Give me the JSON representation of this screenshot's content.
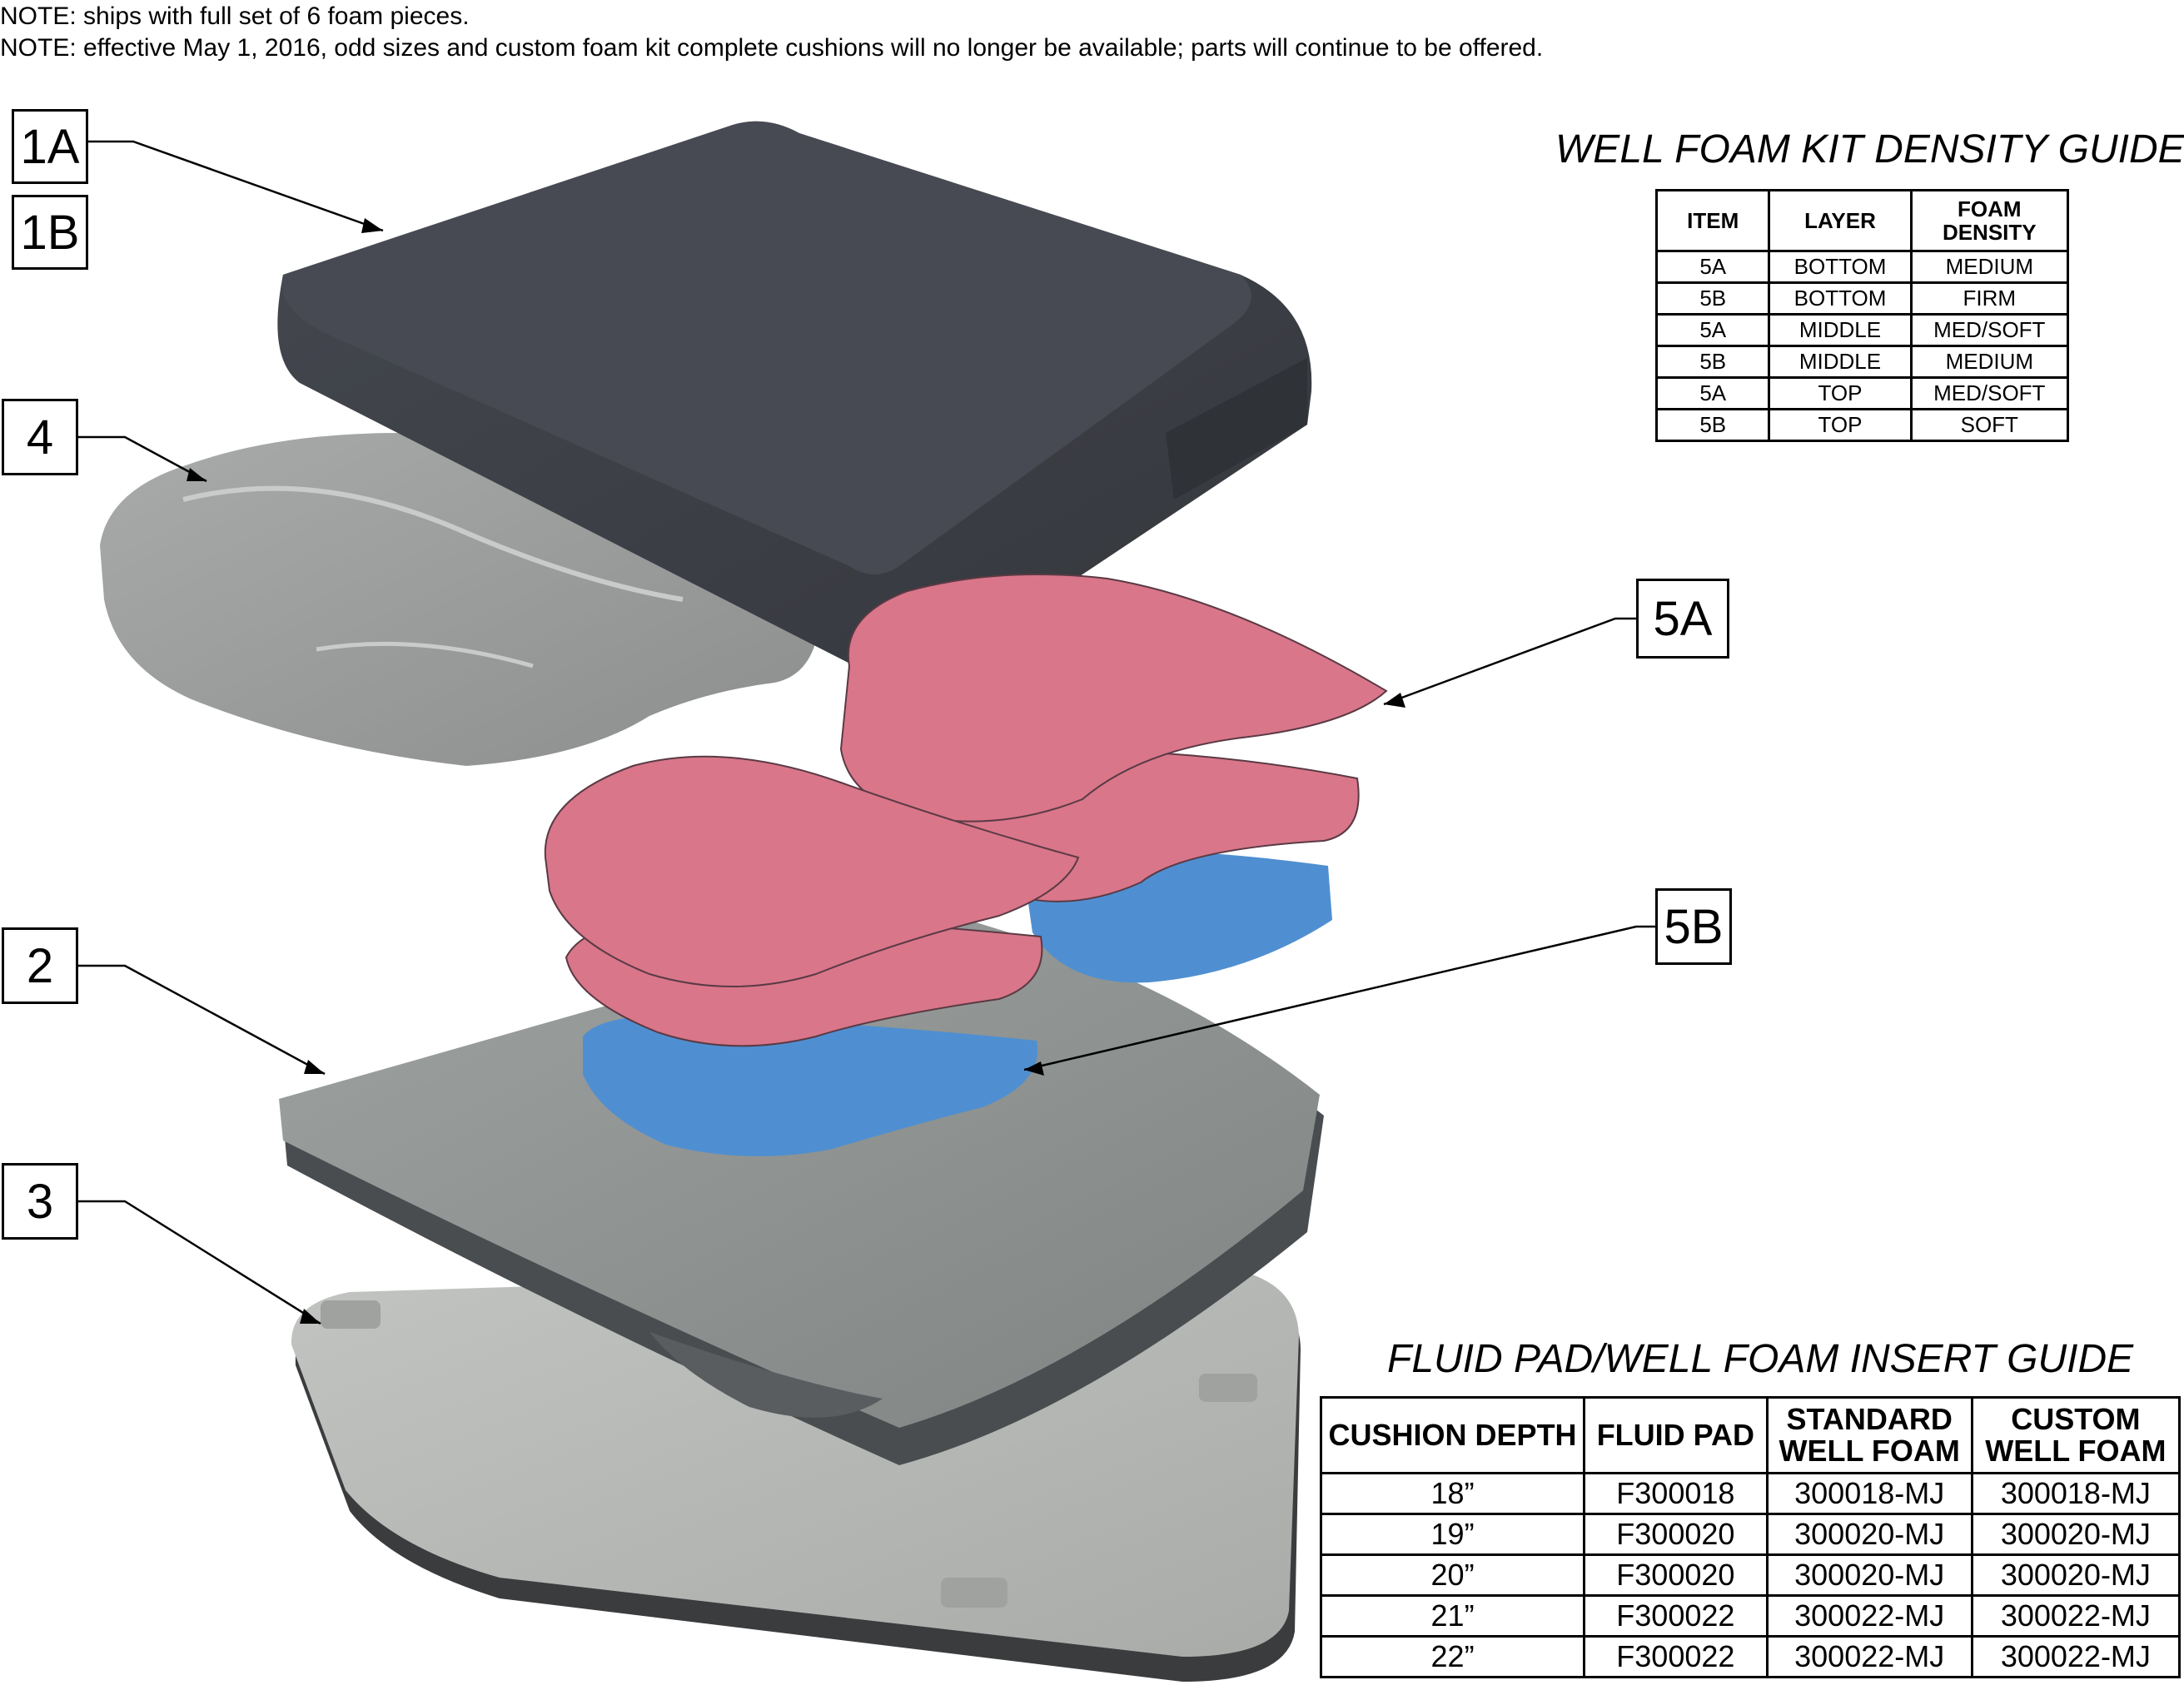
{
  "notes": [
    "NOTE: ships with full set of 6 foam pieces.",
    "NOTE: effective May 1, 2016, odd sizes and custom foam kit complete cushions will no longer be available; parts will continue to be offered."
  ],
  "callouts": {
    "c1a": "1A",
    "c1b": "1B",
    "c4": "4",
    "c5a": "5A",
    "c5b": "5B",
    "c2": "2",
    "c3": "3"
  },
  "density_guide": {
    "title": "WELL FOAM KIT DENSITY GUIDE",
    "headers": [
      "ITEM",
      "LAYER",
      "FOAM DENSITY"
    ],
    "rows": [
      [
        "5A",
        "BOTTOM",
        "MEDIUM"
      ],
      [
        "5B",
        "BOTTOM",
        "FIRM"
      ],
      [
        "5A",
        "MIDDLE",
        "MED/SOFT"
      ],
      [
        "5B",
        "MIDDLE",
        "MEDIUM"
      ],
      [
        "5A",
        "TOP",
        "MED/SOFT"
      ],
      [
        "5B",
        "TOP",
        "SOFT"
      ]
    ]
  },
  "insert_guide": {
    "title": "FLUID PAD/WELL FOAM INSERT GUIDE",
    "headers": [
      "CUSHION DEPTH",
      "FLUID PAD",
      "STANDARD WELL FOAM",
      "CUSTOM WELL FOAM"
    ],
    "rows": [
      [
        "18”",
        "F300018",
        "300018-MJ",
        "300018-MJ"
      ],
      [
        "19”",
        "F300020",
        "300020-MJ",
        "300020-MJ"
      ],
      [
        "20”",
        "F300020",
        "300020-MJ",
        "300020-MJ"
      ],
      [
        "21”",
        "F300022",
        "300022-MJ",
        "300022-MJ"
      ],
      [
        "22”",
        "F300022",
        "300022-MJ",
        "300022-MJ"
      ]
    ]
  },
  "colors": {
    "cover": "#3b3e44",
    "fluid_pad": "#9a9c9c",
    "well_base": "#8f9392",
    "base_board": "#b3b5b3",
    "foam_pink": "#d9768a",
    "foam_blue": "#4f8fd1"
  }
}
